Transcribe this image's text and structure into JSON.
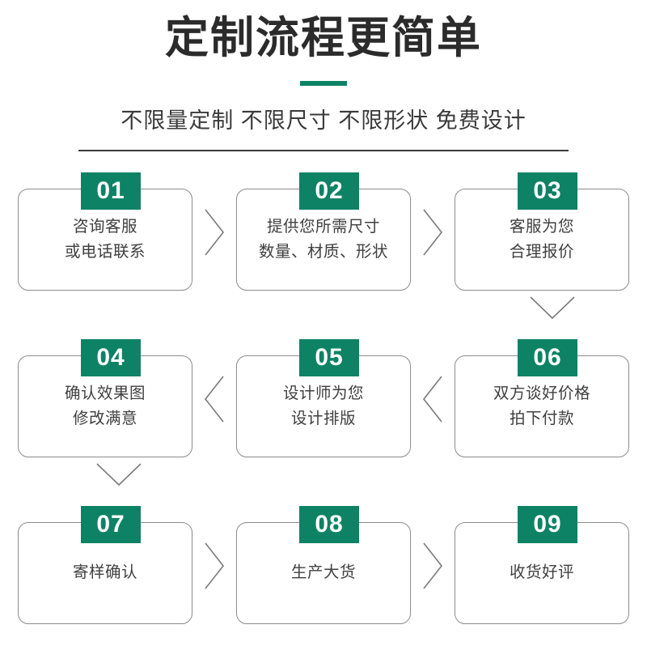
{
  "header": {
    "title": "定制流程更简单",
    "subtitle": "不限量定制 不限尺寸 不限形状 免费设计",
    "accent_color": "#0E8265",
    "divider_color": "#3a3a3a"
  },
  "flow": {
    "badge_color": "#0E8265",
    "badge_text_color": "#ffffff",
    "card_border_color": "#8c8c8c",
    "card_text_color": "#3f3f3f",
    "chevron_color": "#7a7a7a",
    "rows": [
      {
        "direction": "right",
        "steps": [
          {
            "number": "01",
            "text": "咨询客服\n或电话联系"
          },
          {
            "number": "02",
            "text": "提供您所需尺寸\n数量、材质、形状"
          },
          {
            "number": "03",
            "text": "客服为您\n合理报价"
          }
        ]
      },
      {
        "direction": "left",
        "steps": [
          {
            "number": "04",
            "text": "确认效果图\n修改满意"
          },
          {
            "number": "05",
            "text": "设计师为您\n设计排版"
          },
          {
            "number": "06",
            "text": "双方谈好价格\n拍下付款"
          }
        ]
      },
      {
        "direction": "right",
        "steps": [
          {
            "number": "07",
            "text": "寄样确认"
          },
          {
            "number": "08",
            "text": "生产大货"
          },
          {
            "number": "09",
            "text": "收货好评"
          }
        ]
      }
    ]
  }
}
